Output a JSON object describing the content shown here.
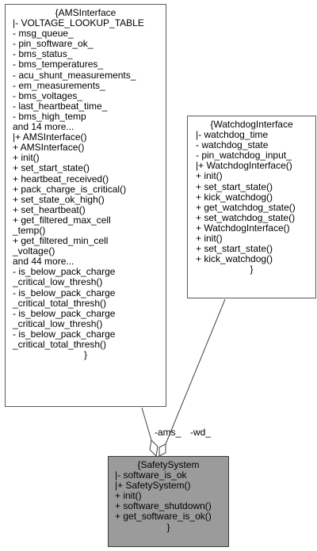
{
  "diagram": {
    "classes": {
      "ams": {
        "title": "{AMSInterface",
        "lines": [
          "|- VOLTAGE_LOOKUP_TABLE",
          "- msg_queue_",
          "- pin_software_ok_",
          "- bms_status_",
          "- bms_temperatures_",
          "- acu_shunt_measurements_",
          "- em_measurements_",
          "- bms_voltages_",
          "- last_heartbeat_time_",
          "- bms_high_temp",
          "and 14 more...",
          "|+ AMSInterface()",
          "+ AMSInterface()",
          "+ init()",
          "+ set_start_state()",
          "+ heartbeat_received()",
          "+ pack_charge_is_critical()",
          "+ set_state_ok_high()",
          "+ set_heartbeat()",
          "+ get_filtered_max_cell",
          "_temp()",
          "+ get_filtered_min_cell",
          "_voltage()",
          "and 44 more...",
          "- is_below_pack_charge",
          "_critical_low_thresh()",
          "- is_below_pack_charge",
          "_critical_total_thresh()",
          "- is_below_pack_charge",
          "_critical_low_thresh()",
          "- is_below_pack_charge",
          "_critical_total_thresh()"
        ],
        "closer": "}"
      },
      "watchdog": {
        "title": "{WatchdogInterface",
        "lines": [
          "|- watchdog_time",
          "- watchdog_state",
          "- pin_watchdog_input_",
          "|+ WatchdogInterface()",
          "+ init()",
          "+ set_start_state()",
          "+ kick_watchdog()",
          "+ get_watchdog_state()",
          "+ set_watchdog_state()",
          "+ WatchdogInterface()",
          "+ init()",
          "+ set_start_state()",
          "+ kick_watchdog()"
        ],
        "closer": "}"
      },
      "safety": {
        "title": "{SafetySystem",
        "lines": [
          "|- software_is_ok",
          "|+ SafetySystem()",
          "+ init()",
          "+ software_shutdown()",
          "+ get_software_is_ok()"
        ],
        "closer": "}"
      }
    },
    "edges": {
      "ams_label": "-ams_",
      "wd_label": "-wd_"
    },
    "colors": {
      "highlight_fill": "#9b9b9b",
      "border": "#5a5a5a",
      "edge": "#404040"
    }
  }
}
